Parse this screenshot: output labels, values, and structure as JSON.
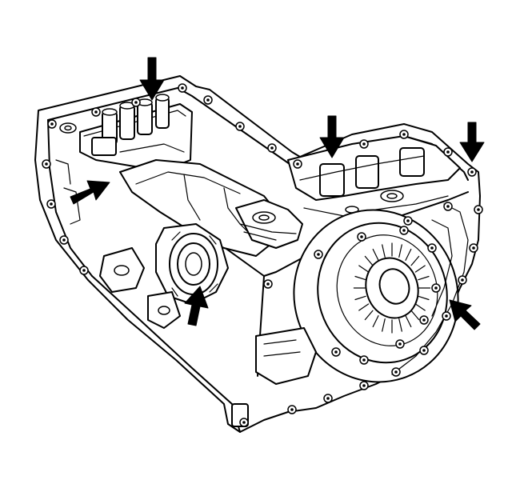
{
  "figure": {
    "subject": "transaxle-case",
    "background": "#ffffff",
    "line_color": "#000000",
    "callout_arrow_count": 6,
    "callout_arrows": [
      {
        "id": "arrow-top-center",
        "direction": "down"
      },
      {
        "id": "arrow-top-mid-right",
        "direction": "down"
      },
      {
        "id": "arrow-top-right",
        "direction": "down"
      },
      {
        "id": "arrow-left",
        "direction": "up-right"
      },
      {
        "id": "arrow-center-low",
        "direction": "up"
      },
      {
        "id": "arrow-right",
        "direction": "up-left"
      }
    ]
  }
}
